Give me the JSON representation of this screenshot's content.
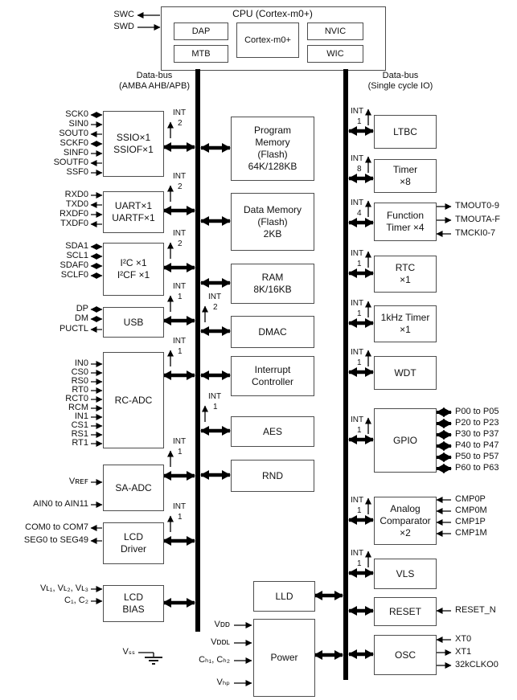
{
  "cpu": {
    "title": "CPU (Cortex-m0+)",
    "dap": "DAP",
    "core": "Cortex-m0+",
    "nvic": "NVIC",
    "mtb": "MTB",
    "wic": "WIC",
    "swc": "SWC",
    "swd": "SWD"
  },
  "bus_left": {
    "name": "Data-bus",
    "sub": "(AMBA AHB/APB)"
  },
  "bus_right": {
    "name": "Data-bus",
    "sub": "(Single cycle IO)"
  },
  "int_label": "INT",
  "ground": "Vₛₛ",
  "blocks": {
    "ssio": {
      "label": "SSIO×1\nSSIOF×1",
      "int": "2"
    },
    "uart": {
      "label": "UART×1\nUARTF×1",
      "int": "2"
    },
    "i2c": {
      "label": "I²C ×1\nI²CF ×1",
      "int": "2"
    },
    "usb": {
      "label": "USB",
      "int": "1"
    },
    "rcadc": {
      "label": "RC-ADC",
      "int": "1"
    },
    "saadc": {
      "label": "SA-ADC",
      "int": "1"
    },
    "lcddrv": {
      "label": "LCD\nDriver",
      "int": "1"
    },
    "lcdbias": {
      "label": "LCD\nBIAS"
    },
    "progmem": {
      "label": "Program\nMemory\n(Flash)\n64K/128KB"
    },
    "datamem": {
      "label": "Data Memory\n(Flash)\n2KB"
    },
    "ram": {
      "label": "RAM\n8K/16KB"
    },
    "dmac": {
      "label": "DMAC",
      "int": "2"
    },
    "intctrl": {
      "label": "Interrupt\nController"
    },
    "aes": {
      "label": "AES",
      "int": "1"
    },
    "rnd": {
      "label": "RND"
    },
    "lld": {
      "label": "LLD"
    },
    "power": {
      "label": "Power"
    },
    "ltbc": {
      "label": "LTBC",
      "int": "1"
    },
    "timer": {
      "label": "Timer\n×8",
      "int": "8"
    },
    "functimer": {
      "label": "Function\nTimer ×4",
      "int": "4"
    },
    "rtc": {
      "label": "RTC\n×1",
      "int": "1"
    },
    "khztimer": {
      "label": "1kHz Timer\n×1",
      "int": "1"
    },
    "wdt": {
      "label": "WDT",
      "int": "1"
    },
    "gpio": {
      "label": "GPIO",
      "int": "1"
    },
    "acomp": {
      "label": "Analog\nComparator\n×2",
      "int": "1"
    },
    "vls": {
      "label": "VLS",
      "int": "1"
    },
    "reset": {
      "label": "RESET"
    },
    "osc": {
      "label": "OSC"
    }
  },
  "signals": {
    "ssio": [
      {
        "t": "SCK0",
        "d": "bi"
      },
      {
        "t": "SIN0",
        "d": "in"
      },
      {
        "t": "SOUT0",
        "d": "out"
      },
      {
        "t": "SCKF0",
        "d": "bi"
      },
      {
        "t": "SINF0",
        "d": "in"
      },
      {
        "t": "SOUTF0",
        "d": "out"
      },
      {
        "t": "SSF0",
        "d": "in"
      }
    ],
    "uart": [
      {
        "t": "RXD0",
        "d": "in"
      },
      {
        "t": "TXD0",
        "d": "out"
      },
      {
        "t": "RXDF0",
        "d": "in"
      },
      {
        "t": "TXDF0",
        "d": "out"
      }
    ],
    "i2c": [
      {
        "t": "SDA1",
        "d": "bi"
      },
      {
        "t": "SCL1",
        "d": "bi"
      },
      {
        "t": "SDAF0",
        "d": "bi"
      },
      {
        "t": "SCLF0",
        "d": "bi"
      }
    ],
    "usb": [
      {
        "t": "DP",
        "d": "bi"
      },
      {
        "t": "DM",
        "d": "bi"
      },
      {
        "t": "PUCTL",
        "d": "out"
      }
    ],
    "rcadc": [
      {
        "t": "IN0",
        "d": "in"
      },
      {
        "t": "CS0",
        "d": "in"
      },
      {
        "t": "RS0",
        "d": "in"
      },
      {
        "t": "RT0",
        "d": "in"
      },
      {
        "t": "RCT0",
        "d": "in"
      },
      {
        "t": "RCM",
        "d": "in"
      },
      {
        "t": "IN1",
        "d": "in"
      },
      {
        "t": "CS1",
        "d": "in"
      },
      {
        "t": "RS1",
        "d": "in"
      },
      {
        "t": "RT1",
        "d": "in"
      }
    ],
    "saadc": [
      {
        "t": "Vʀᴇꜰ",
        "d": "in"
      },
      {
        "t": "AIN0 to AIN11",
        "d": "in"
      }
    ],
    "lcddrv": [
      {
        "t": "COM0 to COM7",
        "d": "out"
      },
      {
        "t": "SEG0 to SEG49",
        "d": "out"
      }
    ],
    "lcdbias": [
      {
        "t": "Vʟ₁, Vʟ₂, Vʟ₃",
        "d": "in"
      },
      {
        "t": "C₁, C₂",
        "d": "in"
      }
    ],
    "power": [
      {
        "t": "Vᴅᴅ",
        "d": "in"
      },
      {
        "t": "Vᴅᴅʟ",
        "d": "in"
      },
      {
        "t": "Cₕ₁, Cₕ₂",
        "d": "in"
      },
      {
        "t": "Vₕₚ",
        "d": "in"
      }
    ],
    "functimer": [
      {
        "t": "TMOUT0-9",
        "d": "out"
      },
      {
        "t": "TMOUTA-F",
        "d": "out"
      },
      {
        "t": "TMCKI0-7",
        "d": "in"
      }
    ],
    "gpio": [
      {
        "t": "P00 to P05",
        "d": "bi"
      },
      {
        "t": "P20 to P23",
        "d": "bi"
      },
      {
        "t": "P30 to P37",
        "d": "bi"
      },
      {
        "t": "P40 to P47",
        "d": "bi"
      },
      {
        "t": "P50 to P57",
        "d": "bi"
      },
      {
        "t": "P60 to P63",
        "d": "bi"
      }
    ],
    "acomp": [
      {
        "t": "CMP0P",
        "d": "in"
      },
      {
        "t": "CMP0M",
        "d": "in"
      },
      {
        "t": "CMP1P",
        "d": "in"
      },
      {
        "t": "CMP1M",
        "d": "in"
      }
    ],
    "reset": [
      {
        "t": "RESET_N",
        "d": "in"
      }
    ],
    "osc": [
      {
        "t": "XT0",
        "d": "in"
      },
      {
        "t": "XT1",
        "d": "out"
      },
      {
        "t": "32kCLKO0",
        "d": "out"
      }
    ]
  }
}
